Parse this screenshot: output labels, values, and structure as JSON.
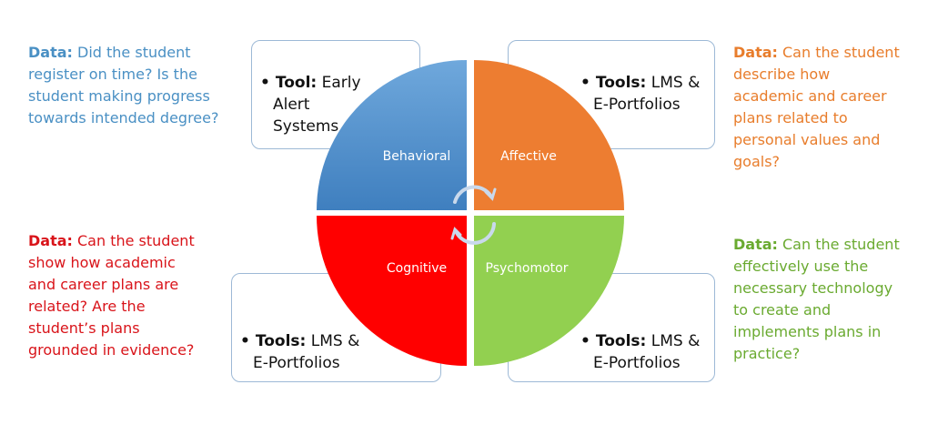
{
  "data_labels": {
    "behavioral": {
      "label": "Data:",
      "text": " Did the student\nregister on time? Is the\nstudent making progress\ntowards intended degree?",
      "color": "#4a90c4"
    },
    "affective": {
      "label": "Data:",
      "text": " Can the student\ndescribe how\nacademic and career\nplans related to\npersonal values and\ngoals?",
      "color": "#e87d2c"
    },
    "cognitive": {
      "label": "Data:",
      "text": " Can the student\nshow how academic\nand career plans are\nrelated? Are the\nstudent’s plans\ngrounded in evidence?",
      "color": "#d9141a"
    },
    "psychomotor": {
      "label": "Data:",
      "text": " Can the student\neffectively use the\nnecessary technology\nto create and\nimplements plans in\npractice?",
      "color": "#6aaa30"
    }
  },
  "tools": {
    "behavioral": {
      "bullet": "•",
      "label": "Tool:",
      "line1": " Early",
      "rest": "Alert\nSystems"
    },
    "affective": {
      "bullet": "•",
      "label": "Tools:",
      "line1": " LMS &",
      "rest": "E-Portfolios"
    },
    "cognitive": {
      "bullet": "•",
      "label": "Tools:",
      "line1": " LMS &",
      "rest": "E-Portfolios"
    },
    "psychomotor": {
      "bullet": "•",
      "label": "Tools:",
      "line1": " LMS &",
      "rest": "E-Portfolios"
    }
  },
  "quadrants": {
    "behavioral": {
      "label": "Behavioral",
      "color": "#5b9bd5"
    },
    "affective": {
      "label": "Affective",
      "color": "#ed7d31"
    },
    "cognitive": {
      "label": "Cognitive",
      "color": "#ff0000"
    },
    "psychomotor": {
      "label": "Psychomotor",
      "color": "#92d050"
    }
  },
  "center_icon": "cycle-arrows-icon"
}
